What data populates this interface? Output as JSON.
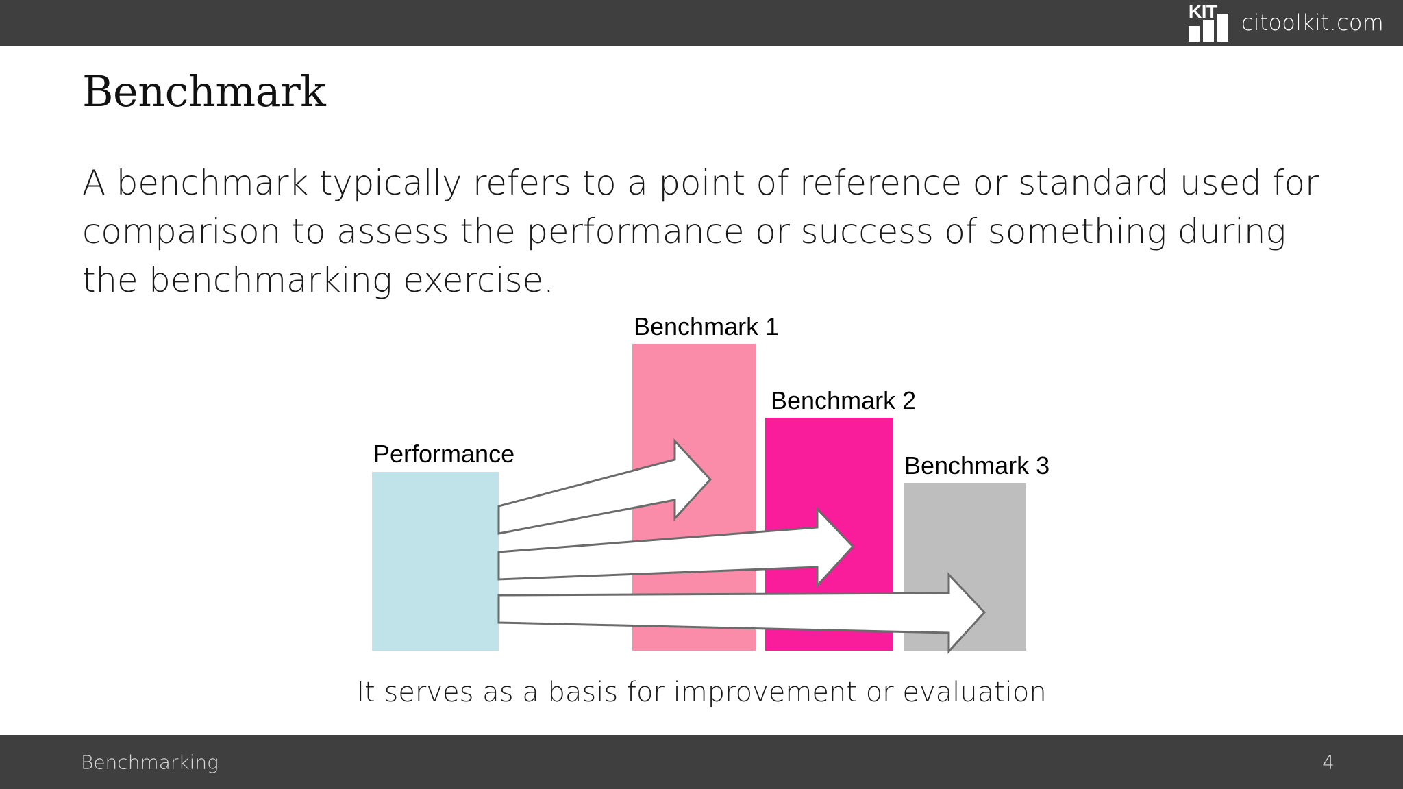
{
  "header": {
    "logo_text": "KIT",
    "logo_icon": "bar-chart-logo-icon",
    "site": "citoolkit.com",
    "bar_color": "#ffffff",
    "background": "#3f3f3f"
  },
  "slide": {
    "title": "Benchmark",
    "body": "A benchmark typically refers to a point of reference or standard used for comparison to assess the performance or success of something during the benchmarking exercise.",
    "caption": "It serves as a basis for improvement or evaluation"
  },
  "footer": {
    "topic": "Benchmarking",
    "page_number": "4",
    "background": "#3f3f3f",
    "text_color": "#d8d8d8"
  },
  "chart_data": {
    "type": "bar",
    "title": "",
    "xlabel": "",
    "ylabel": "",
    "grid": false,
    "legend": "none",
    "categories": [
      "Performance",
      "Benchmark 1",
      "Benchmark 2",
      "Benchmark 3"
    ],
    "values": [
      52,
      100,
      74,
      55
    ],
    "ylim": [
      0,
      100
    ],
    "colors": [
      "#bfe3e8",
      "#fa8caa",
      "#f91c9b",
      "#bebebe"
    ],
    "labels": [
      "Performance",
      "Benchmark 1",
      "Benchmark 2",
      "Benchmark 3"
    ],
    "annotations": [
      {
        "name": "gap-arrow-to-benchmark-1",
        "from": "Performance",
        "to": "Benchmark 1"
      },
      {
        "name": "gap-arrow-to-benchmark-2",
        "from": "Performance",
        "to": "Benchmark 2"
      },
      {
        "name": "gap-arrow-to-benchmark-3",
        "from": "Performance",
        "to": "Benchmark 3"
      }
    ],
    "arrow_fill": "#ffffff",
    "arrow_stroke": "#6b6b6b"
  }
}
